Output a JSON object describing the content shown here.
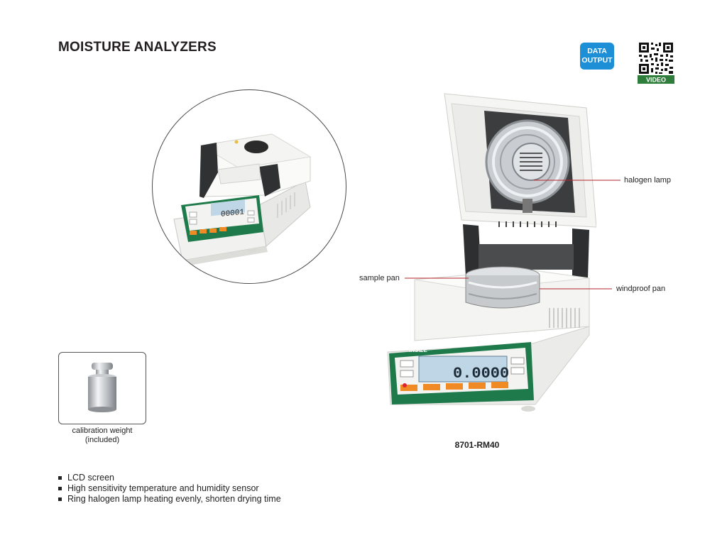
{
  "header": {
    "title": "MOISTURE ANALYZERS",
    "badge_line1": "DATA",
    "badge_line2": "OUTPUT",
    "qr_label": "VIDEO"
  },
  "product": {
    "model": "8701-RM40",
    "display_value": "0.0000",
    "small_display_value": "00001",
    "brand": "INSIZE",
    "callouts": {
      "halogen_lamp": "halogen lamp",
      "sample_pan": "sample pan",
      "windproof_pan": "windproof pan"
    }
  },
  "accessory": {
    "caption_line1": "calibration weight",
    "caption_line2": "(included)"
  },
  "features": [
    "LCD screen",
    "High sensitivity temperature and humidity sensor",
    "Ring halogen lamp heating evenly, shorten drying time"
  ],
  "colors": {
    "badge": "#1c8fd6",
    "panel_green": "#1e7a4a",
    "button_orange": "#f08a24",
    "lcd": "#bfd6e6"
  }
}
